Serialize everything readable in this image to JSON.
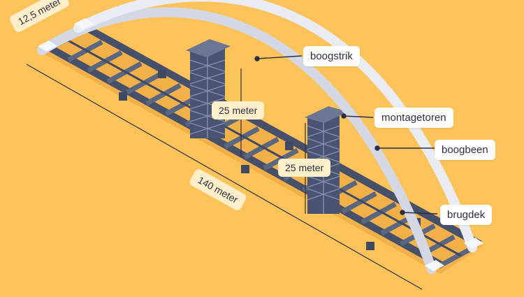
{
  "colors": {
    "background": "#fbc35a",
    "steel": "#5b6781",
    "steel_dark": "#3f4961",
    "arch": "#e9ecf3",
    "label_bg": "#ffffff",
    "tag_bg": "#fdefc9",
    "text": "#2b2f44"
  },
  "labels": {
    "boogstrik": "boogstrik",
    "montagetoren": "montagetoren",
    "boogbeen": "boogbeen",
    "brugdek": "brugdek"
  },
  "dimensions": {
    "width": "12,5 meter",
    "height_left": "25 meter",
    "height_right": "25 meter",
    "length": "140 meter"
  }
}
